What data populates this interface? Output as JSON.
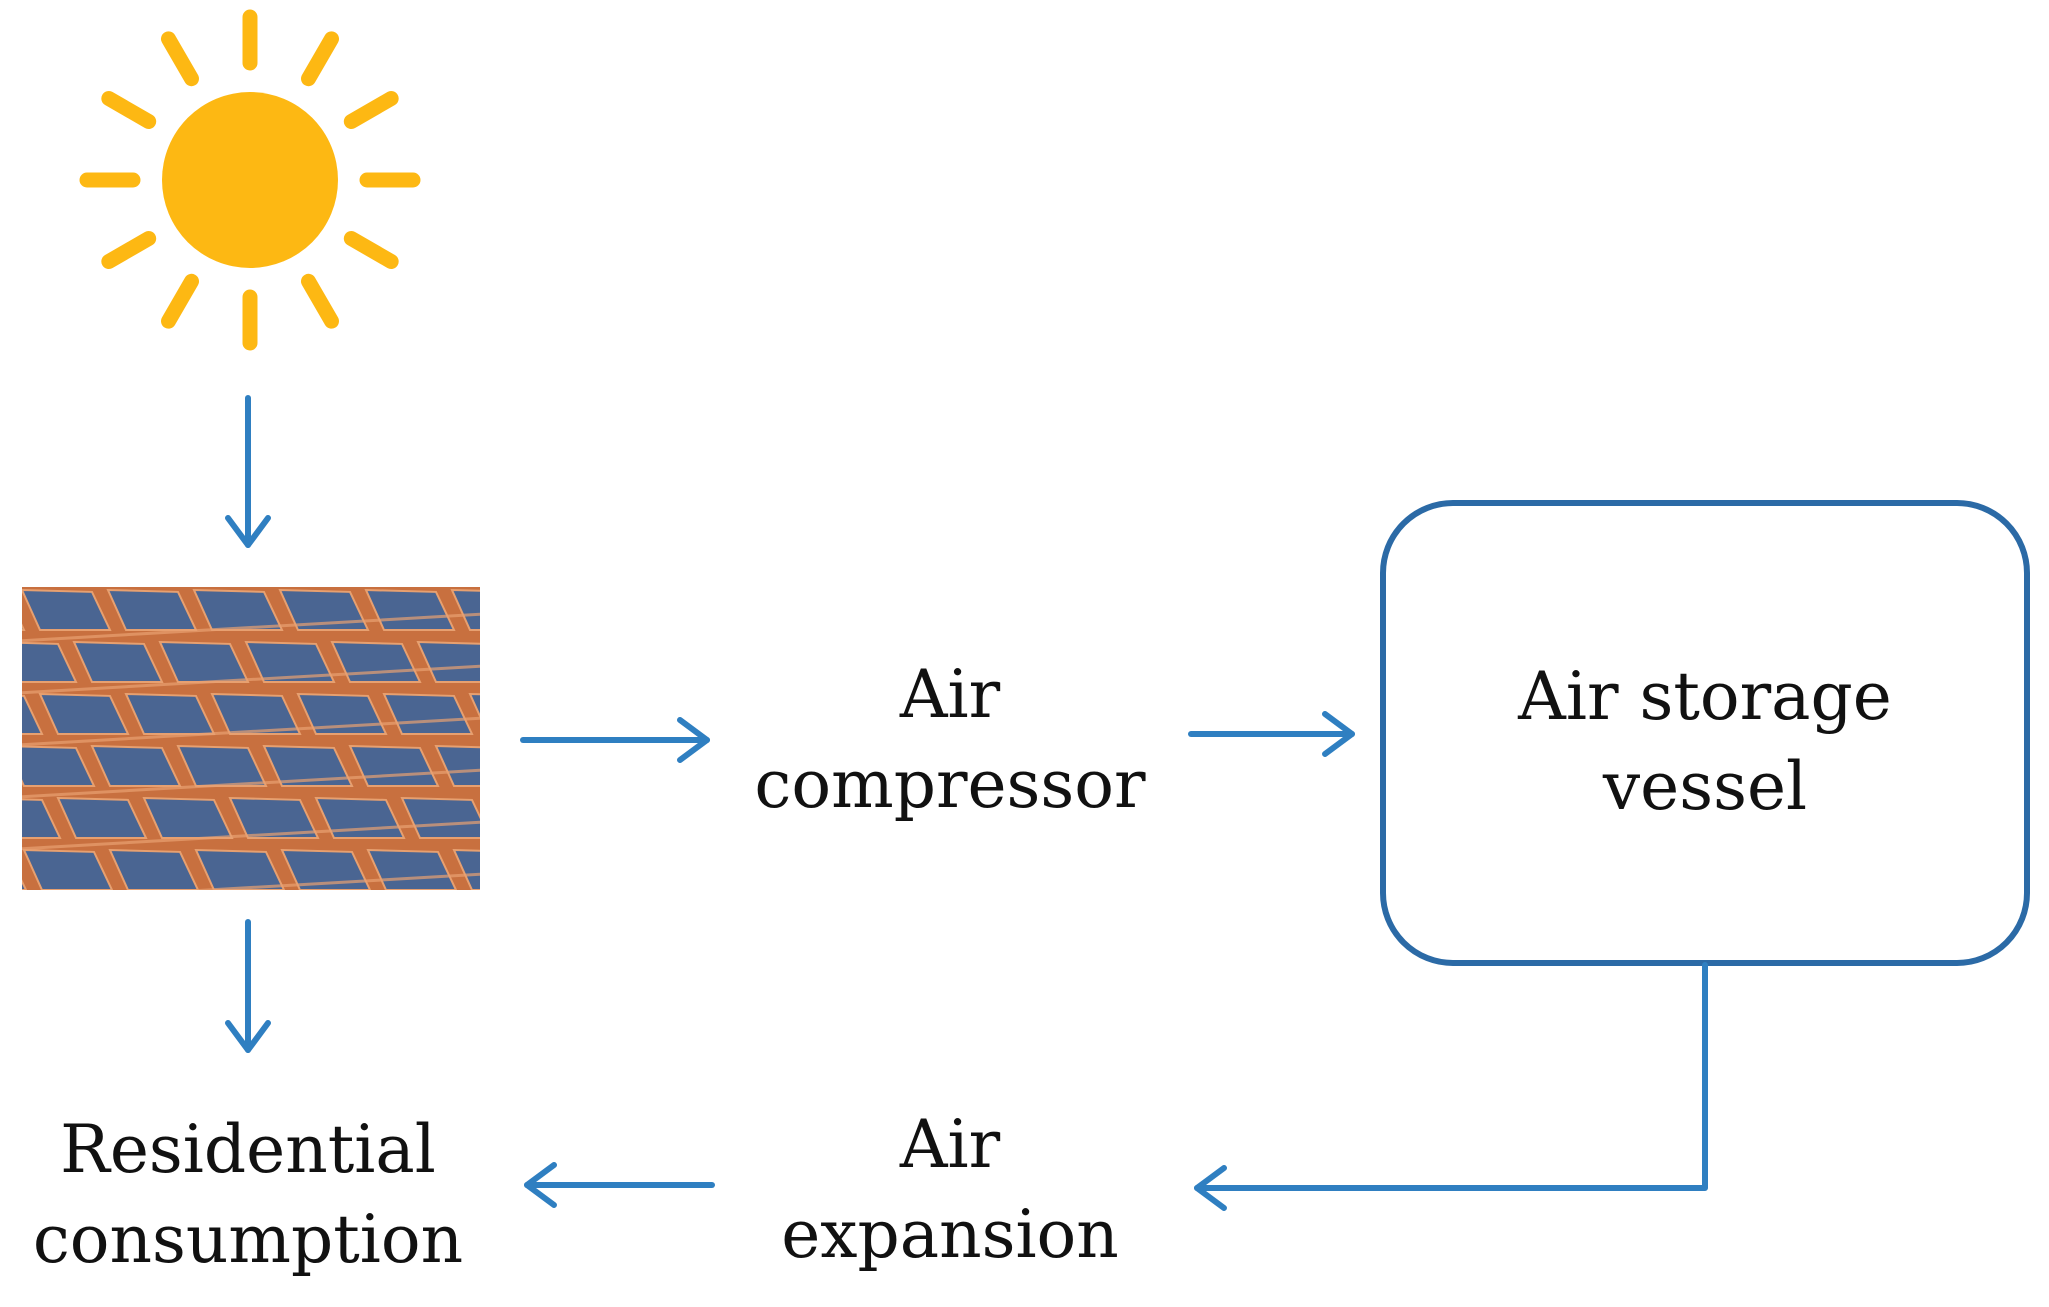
{
  "diagram": {
    "colors": {
      "arrow": "#2f7fc1",
      "box_border": "#2b6aa6",
      "sun": "#fdb813",
      "panel_cell": "#4a6592",
      "panel_frame": "#c8703f",
      "text": "#111111",
      "background": "#ffffff"
    },
    "nodes": {
      "sun": {
        "icon": "sun-icon"
      },
      "solar_panels": {
        "icon": "solar-panel-image"
      },
      "air_compressor": {
        "line1": "Air",
        "line2": "compressor"
      },
      "air_storage_vessel": {
        "line1": "Air storage",
        "line2": "vessel"
      },
      "air_expansion": {
        "line1": "Air",
        "line2": "expansion"
      },
      "residential_consumption": {
        "line1": "Residential",
        "line2": "consumption"
      }
    },
    "edges": [
      {
        "from": "sun",
        "to": "solar_panels"
      },
      {
        "from": "solar_panels",
        "to": "air_compressor"
      },
      {
        "from": "air_compressor",
        "to": "air_storage_vessel"
      },
      {
        "from": "air_storage_vessel",
        "to": "air_expansion"
      },
      {
        "from": "air_expansion",
        "to": "residential_consumption"
      },
      {
        "from": "solar_panels",
        "to": "residential_consumption"
      }
    ]
  }
}
